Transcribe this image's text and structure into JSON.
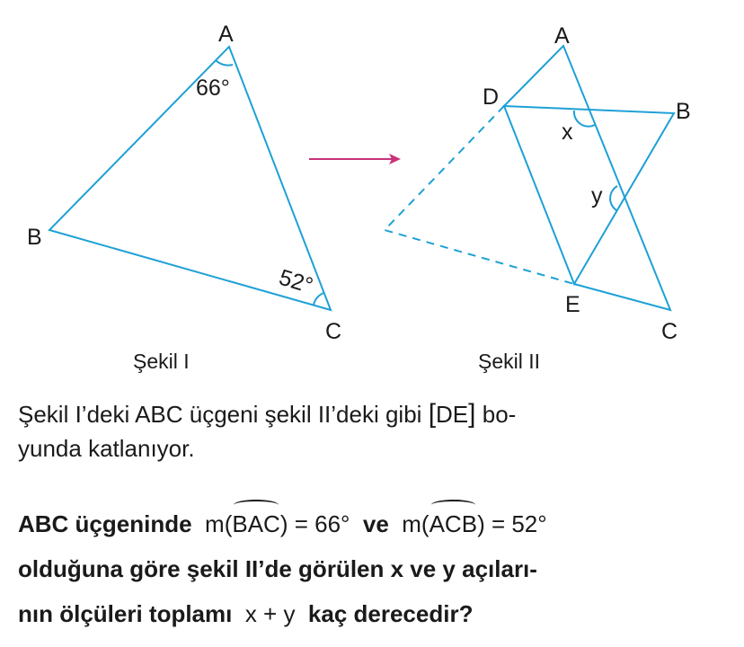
{
  "figure1": {
    "caption": "Şekil I",
    "labels": {
      "A": "A",
      "B": "B",
      "C": "C"
    },
    "angle_A": "66°",
    "angle_C": "52°"
  },
  "figure2": {
    "caption": "Şekil II",
    "labels": {
      "A": "A",
      "B": "B",
      "C": "C",
      "D": "D",
      "E": "E",
      "x": "x",
      "y": "y"
    }
  },
  "colors": {
    "line": "#1ea0d6",
    "arrow": "#c8337a",
    "text": "#1a1a1a"
  },
  "problem": {
    "p1_a": "Şekil I’deki ABC üçgeni şekil II’deki gibi",
    "p1_seg": "DE",
    "p1_b": "bo-",
    "p1_c": "yunda katlanıyor.",
    "q_a": "ABC üçgeninde",
    "q_m1_pre": "m(",
    "q_m1_arc": "BAC",
    "q_m1_post": ") = 66°",
    "q_ve": "ve",
    "q_m2_pre": "m(",
    "q_m2_arc": "ACB",
    "q_m2_post": ") = 52°",
    "q_line2": "olduğuna göre şekil II’de görülen x ve y açıları-",
    "q_line3_a": "nın ölçüleri toplamı",
    "q_expr": "x + y",
    "q_line3_b": "kaç derecedir?"
  }
}
